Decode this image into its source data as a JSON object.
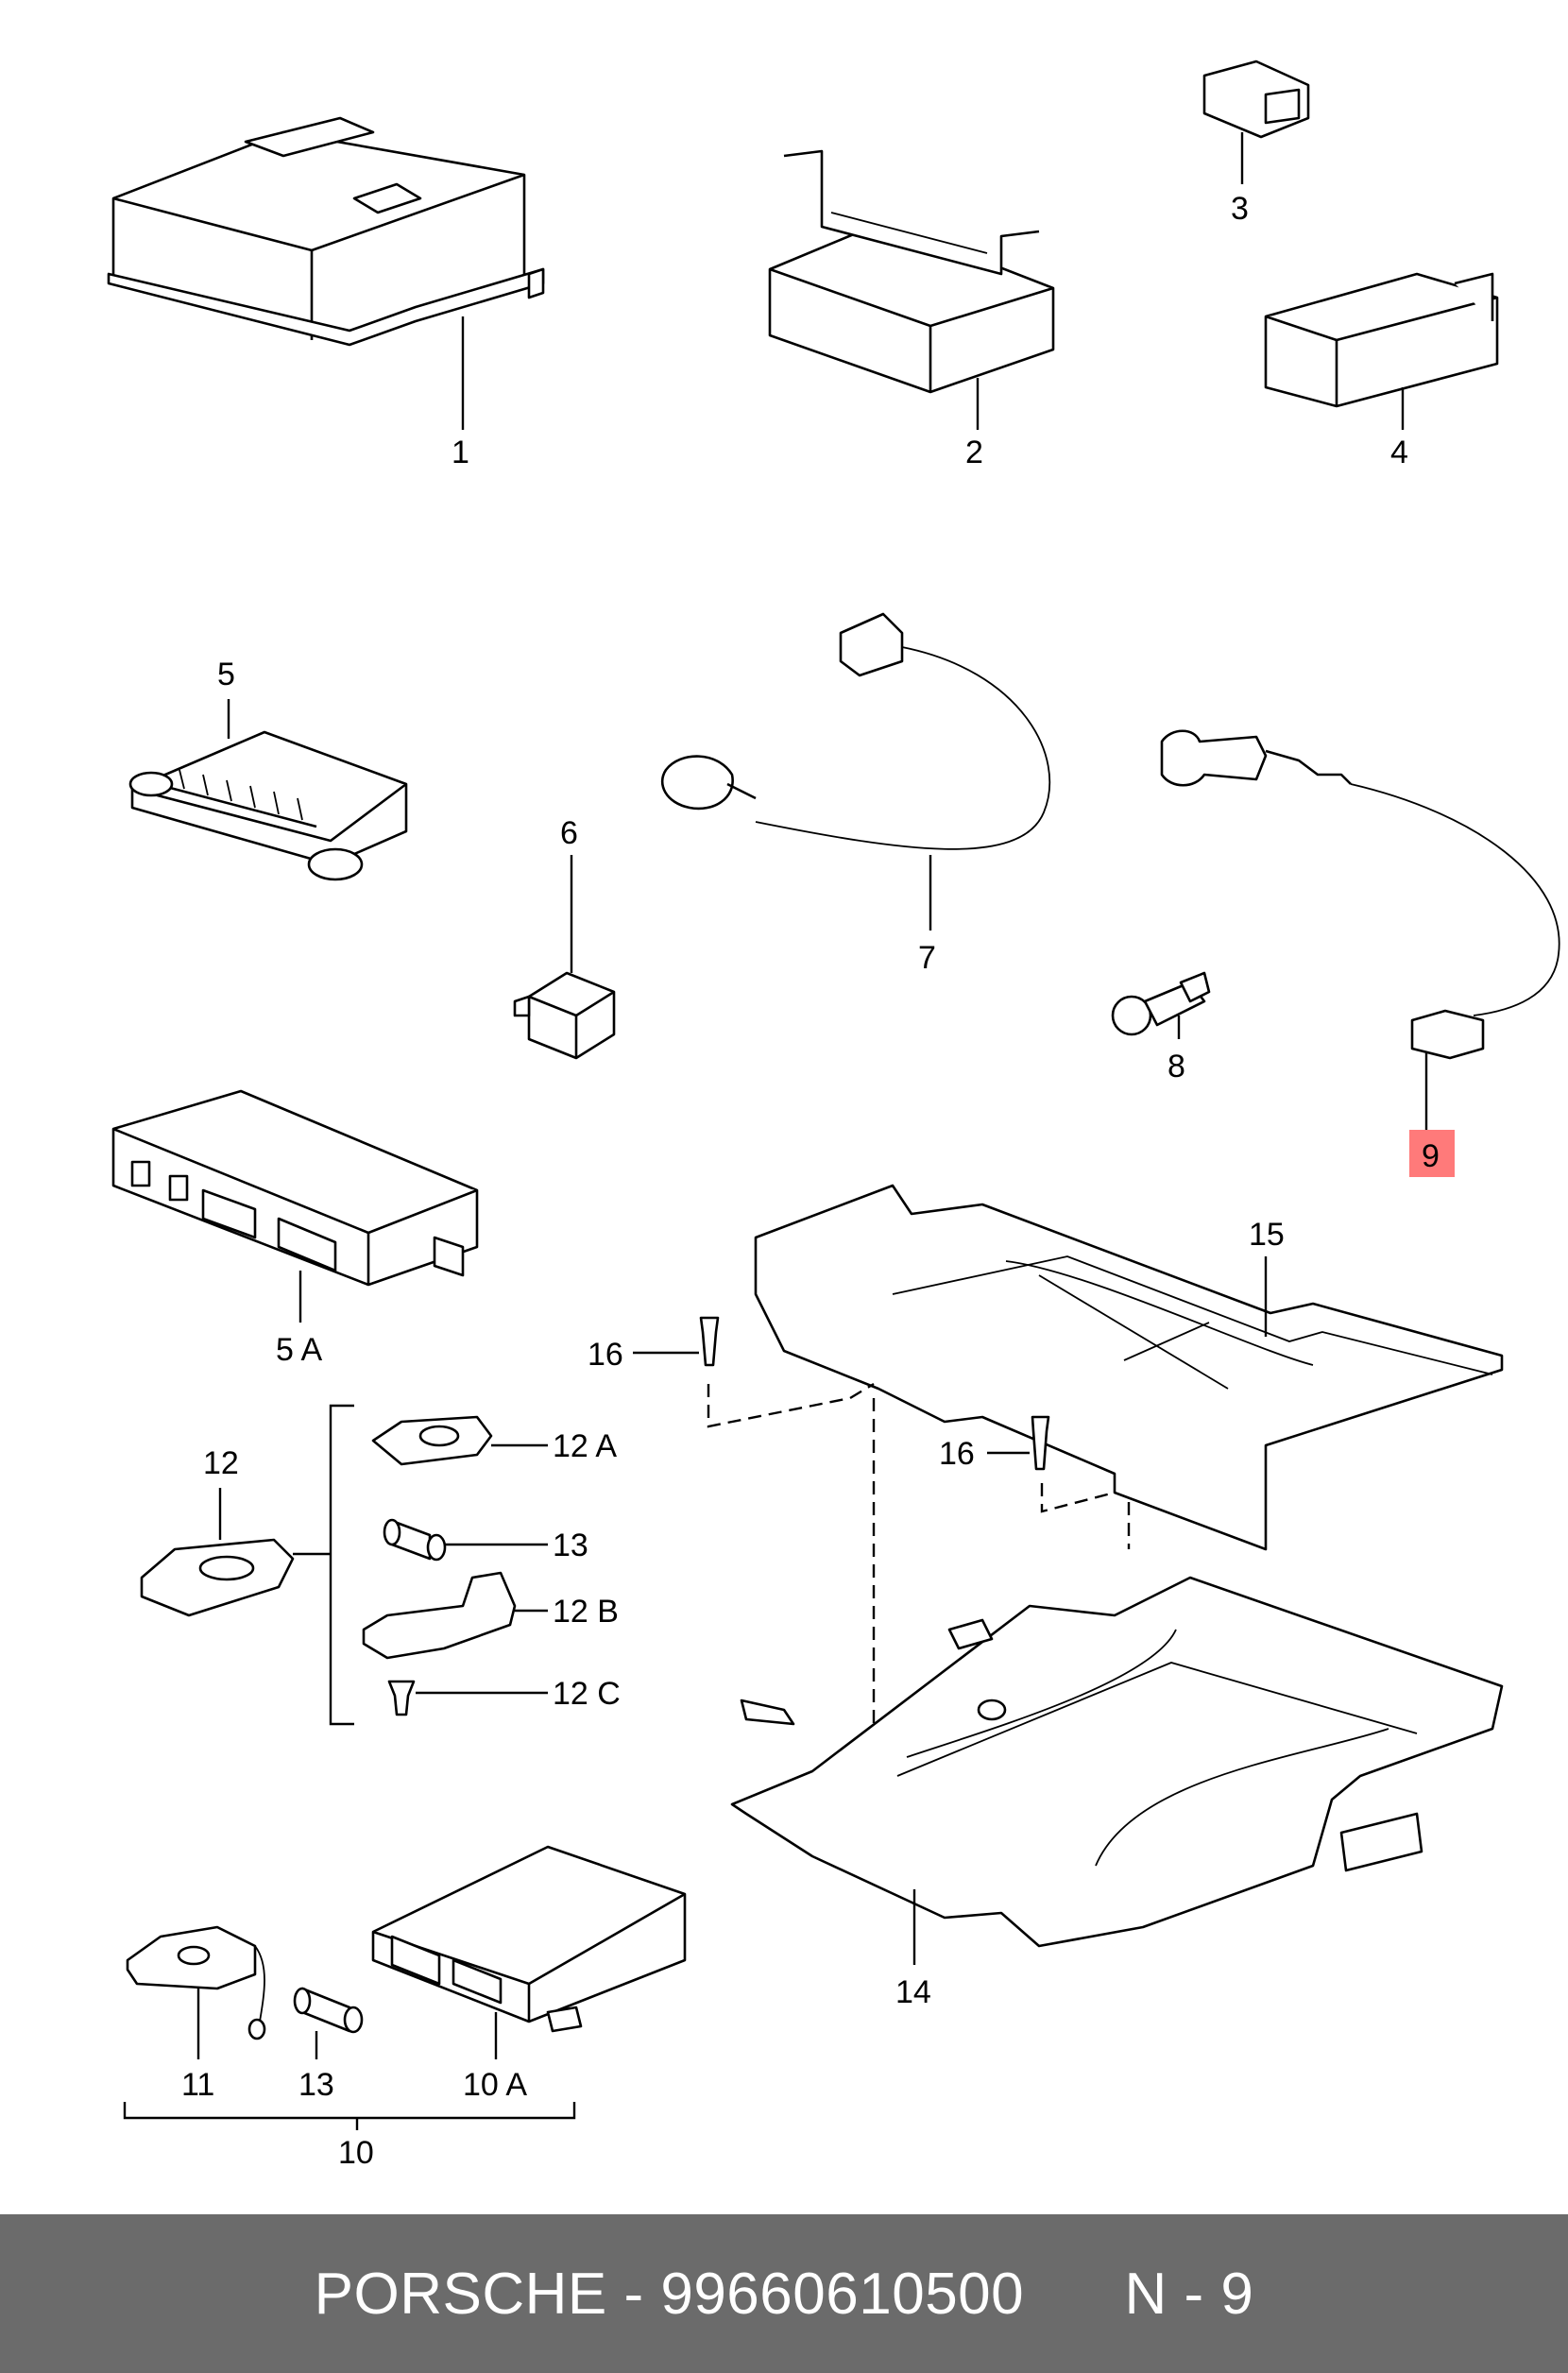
{
  "footer": {
    "brand": "PORSCHE",
    "separator": " - ",
    "part_number": "99660610500",
    "position_ref": "N - 9"
  },
  "highlight_color": "#ff7a7a",
  "callouts": {
    "c1": "1",
    "c2": "2",
    "c3": "3",
    "c4": "4",
    "c5": "5",
    "c5a": "5 A",
    "c6": "6",
    "c7": "7",
    "c8": "8",
    "c9": "9",
    "c10": "10",
    "c10a": "10 A",
    "c11": "11",
    "c12": "12",
    "c12a": "12 A",
    "c12b": "12 B",
    "c12c": "12 C",
    "c13a": "13",
    "c13b": "13",
    "c14": "14",
    "c15": "15",
    "c16a": "16",
    "c16b": "16"
  },
  "highlighted_callout": "9"
}
